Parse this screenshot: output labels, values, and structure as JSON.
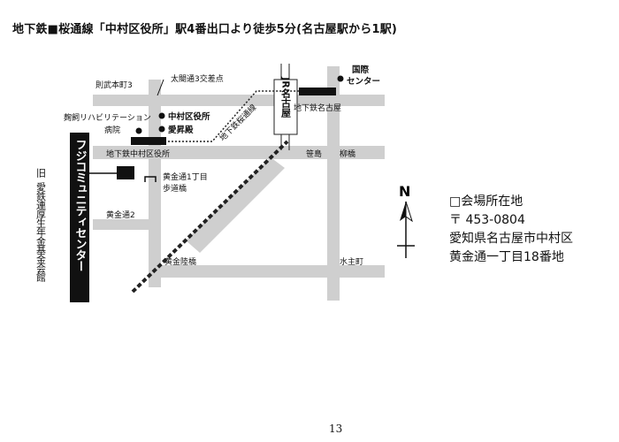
{
  "heading": "地下鉄■桜通線「中村区役所」駅4番出口より徒歩5分(名古屋駅から1駅)",
  "map": {
    "labels": {
      "noritake": "則武本町3",
      "taiko": "太閤通3交差点",
      "jr": "JR名古屋",
      "kokusai_1": "国際",
      "kokusai_2": "センター",
      "subway_nagoya": "地下鉄名古屋",
      "rehab": "麹飼リハビリテーション",
      "hospital": "病院",
      "ward_office": "中村区役所",
      "aishoden": "愛昇殿",
      "sakura_line": "地下鉄桜通線",
      "sasashima": "笹島",
      "yanagibashi": "柳橋",
      "subway_nakamura": "地下鉄中村区役所",
      "koganedori1_1": "黄金通1丁目",
      "koganedori1_2": "歩道橋",
      "koganedori2": "黄金通2",
      "kogane_rikkyo": "黄金陸橋",
      "mizunuki": "水主町",
      "venue": "フジコミュニティセンター",
      "former_1": "旧",
      "former_2": "愛鉄連厚生年金基金会館",
      "north": "N"
    }
  },
  "address": {
    "line1": "□会場所在地",
    "line2": "〒 453-0804",
    "line3": "愛知県名古屋市中村区",
    "line4": "黄金通一丁目18番地"
  },
  "page_number": "13"
}
